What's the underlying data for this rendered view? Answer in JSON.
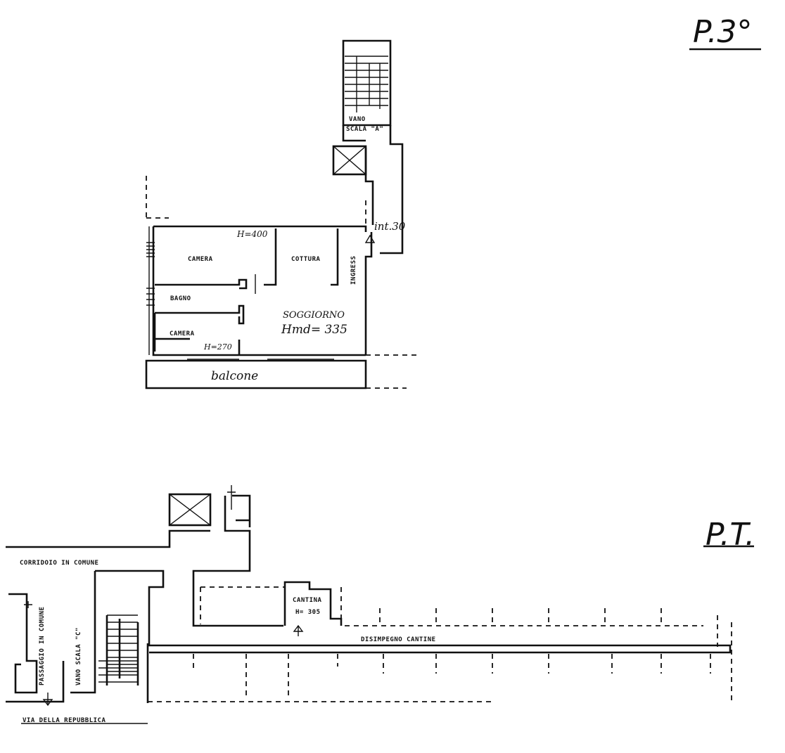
{
  "floors": {
    "upper": {
      "title": "P.3°",
      "rooms": {
        "stair_label_1": "VANO",
        "stair_label_2": "SCALA \"A\"",
        "height_top": "H=400",
        "camera_1": "CAMERA",
        "cottura": "COTTURA",
        "ingresso": "INGRESS",
        "bagno": "BAGNO",
        "soggiorno": "SOGGIORNO",
        "hmd": "Hmd= 335",
        "camera_2": "CAMERA",
        "height_small": "H=270",
        "balcone": "balcone",
        "unit": "int.30"
      }
    },
    "ground": {
      "title": "P.T.",
      "rooms": {
        "cortile": "CORRIDOIO IN COMUNE",
        "passaggio": "PASSAGGIO IN COMUNE",
        "vano_scala": "VANO SCALA \"C\"",
        "cantina": "CANTINA",
        "cantina_h": "H= 305",
        "disimpegno": "DISIMPEGNO CANTINE",
        "street": "VIA DELLA REPUBBLICA"
      }
    }
  }
}
